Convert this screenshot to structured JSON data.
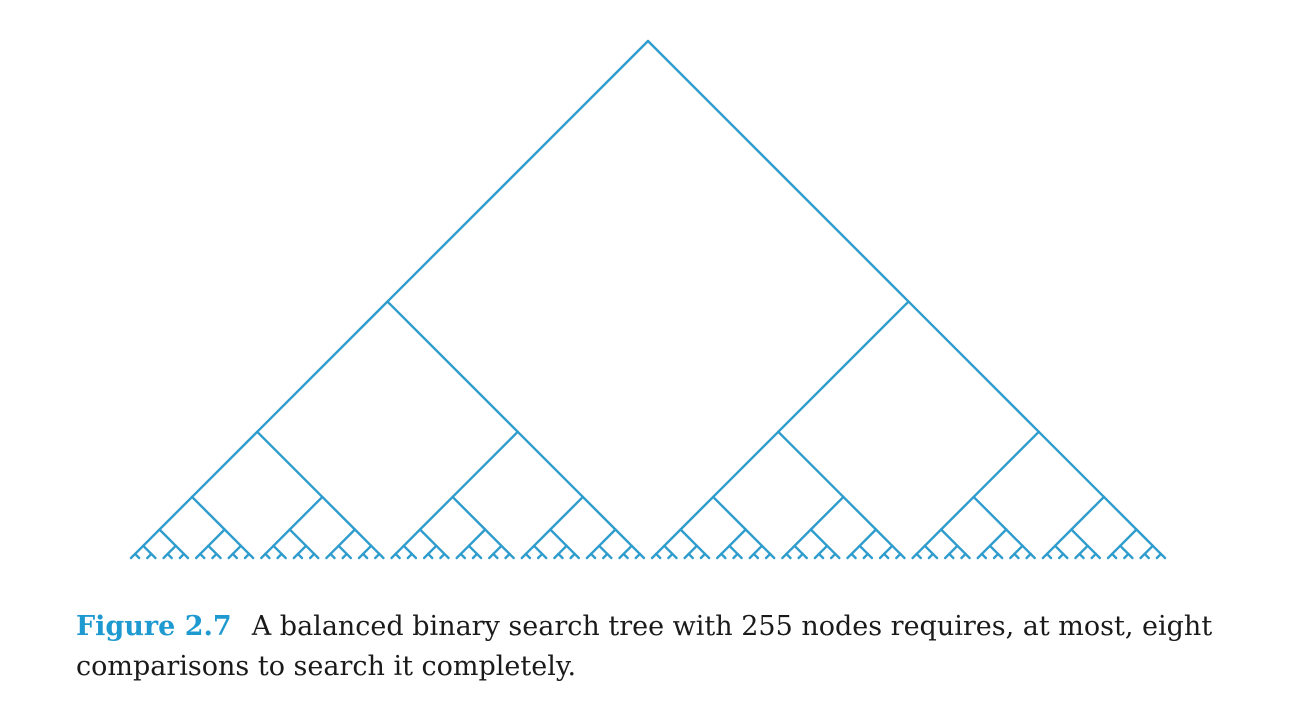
{
  "figure": {
    "label": "Figure 2.7",
    "caption": "A balanced binary search tree with 255 nodes requires, at most, eight comparisons to search it completely."
  },
  "tree": {
    "node_count": 255,
    "levels": 8,
    "line_color": "#2e9ccc",
    "label_color": "#1f9ad0"
  }
}
